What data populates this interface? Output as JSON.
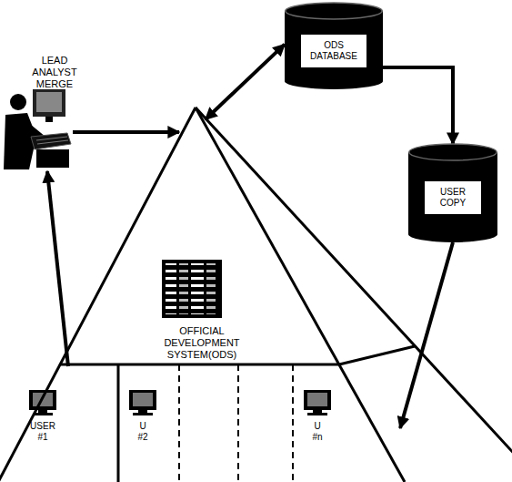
{
  "diagram": {
    "nodes": [
      {
        "text": [
          "LEAD ANALYST MERGE"
        ]
      },
      {
        "text": [
          "ODS DATABASE"
        ]
      },
      {
        "text": [
          "USER COPY"
        ]
      },
      {
        "text": [
          "OFFICIAL DEVELOPMENT SYSTEM(ODS)"
        ]
      },
      {
        "text": [
          "USER #1"
        ],
        "in": 3
      },
      {
        "text": [
          "U #2"
        ],
        "in": 3
      },
      {
        "text": [
          "U #n"
        ],
        "in": 3
      }
    ],
    "edges": [
      {
        "from": 0,
        "to": 3,
        "arrow": "to"
      },
      {
        "from": 4,
        "to": 0,
        "arrow": "to"
      },
      {
        "from": 1,
        "to": 3,
        "arrow": "both"
      },
      {
        "from": 1,
        "to": 2,
        "arrow": "to"
      },
      {
        "from": 2,
        "to": 3,
        "arrow": "to"
      }
    ]
  }
}
